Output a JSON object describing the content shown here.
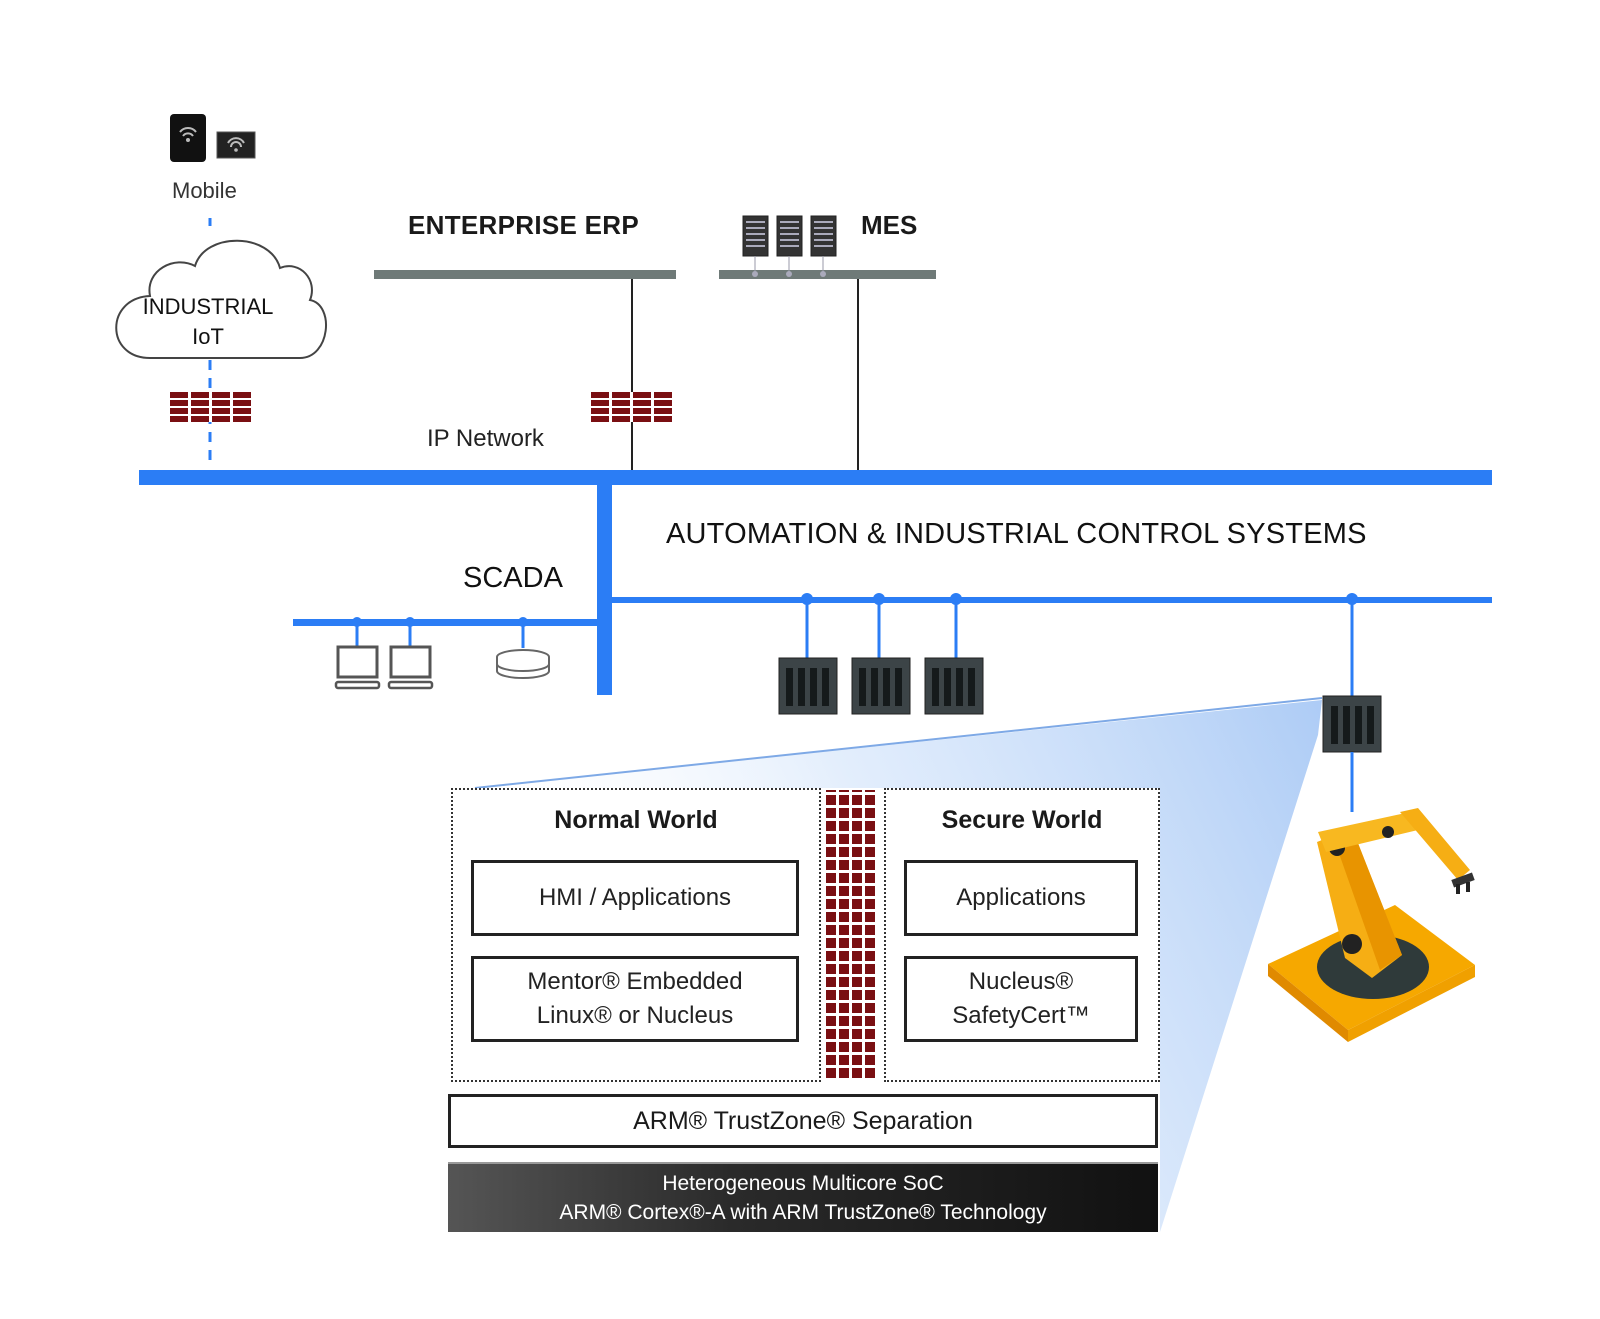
{
  "top_layer": {
    "mobile_label": "Mobile",
    "cloud_label_line1": "INDUSTRIAL",
    "cloud_label_line2": "IoT",
    "erp_label": "ENTERPRISE ERP",
    "mes_label": "MES",
    "ip_network_label": "IP Network"
  },
  "control_layer": {
    "scada_label": "SCADA",
    "automation_label": "AUTOMATION & INDUSTRIAL CONTROL SYSTEMS"
  },
  "device_stack": {
    "normal_world": {
      "title": "Normal World",
      "boxes": [
        {
          "line1": "HMI / Applications",
          "line2": ""
        },
        {
          "line1": "Mentor® Embedded",
          "line2": "Linux® or Nucleus"
        }
      ]
    },
    "secure_world": {
      "title": "Secure World",
      "boxes": [
        {
          "line1": "Applications",
          "line2": ""
        },
        {
          "line1": "Nucleus®",
          "line2": "SafetyCert™"
        }
      ]
    },
    "separation_label": "ARM® TrustZone® Separation",
    "soc_line1": "Heterogeneous Multicore SoC",
    "soc_line2": "ARM®  Cortex®-A with ARM  TrustZone® Technology"
  },
  "icons": {
    "mobile_devices": [
      "tablet-icon",
      "wifi-screen-icon"
    ],
    "cloud": "cloud-icon",
    "firewalls": [
      "firewall-icon",
      "firewall-icon",
      "brick-wall-icon"
    ],
    "mes_servers": [
      "server-icon",
      "server-icon",
      "server-icon"
    ],
    "scada_nodes": [
      "workstation-icon",
      "workstation-icon",
      "database-icon"
    ],
    "controllers": [
      "plc-icon",
      "plc-icon",
      "plc-icon",
      "plc-icon"
    ],
    "robot": "robot-arm-icon"
  },
  "colors": {
    "network_blue": "#2b7df5",
    "firewall_red": "#7a0f12",
    "device_gray": "#3c4447",
    "robot_orange": "#f6a800",
    "erp_bar_gray": "#6f7a78"
  }
}
